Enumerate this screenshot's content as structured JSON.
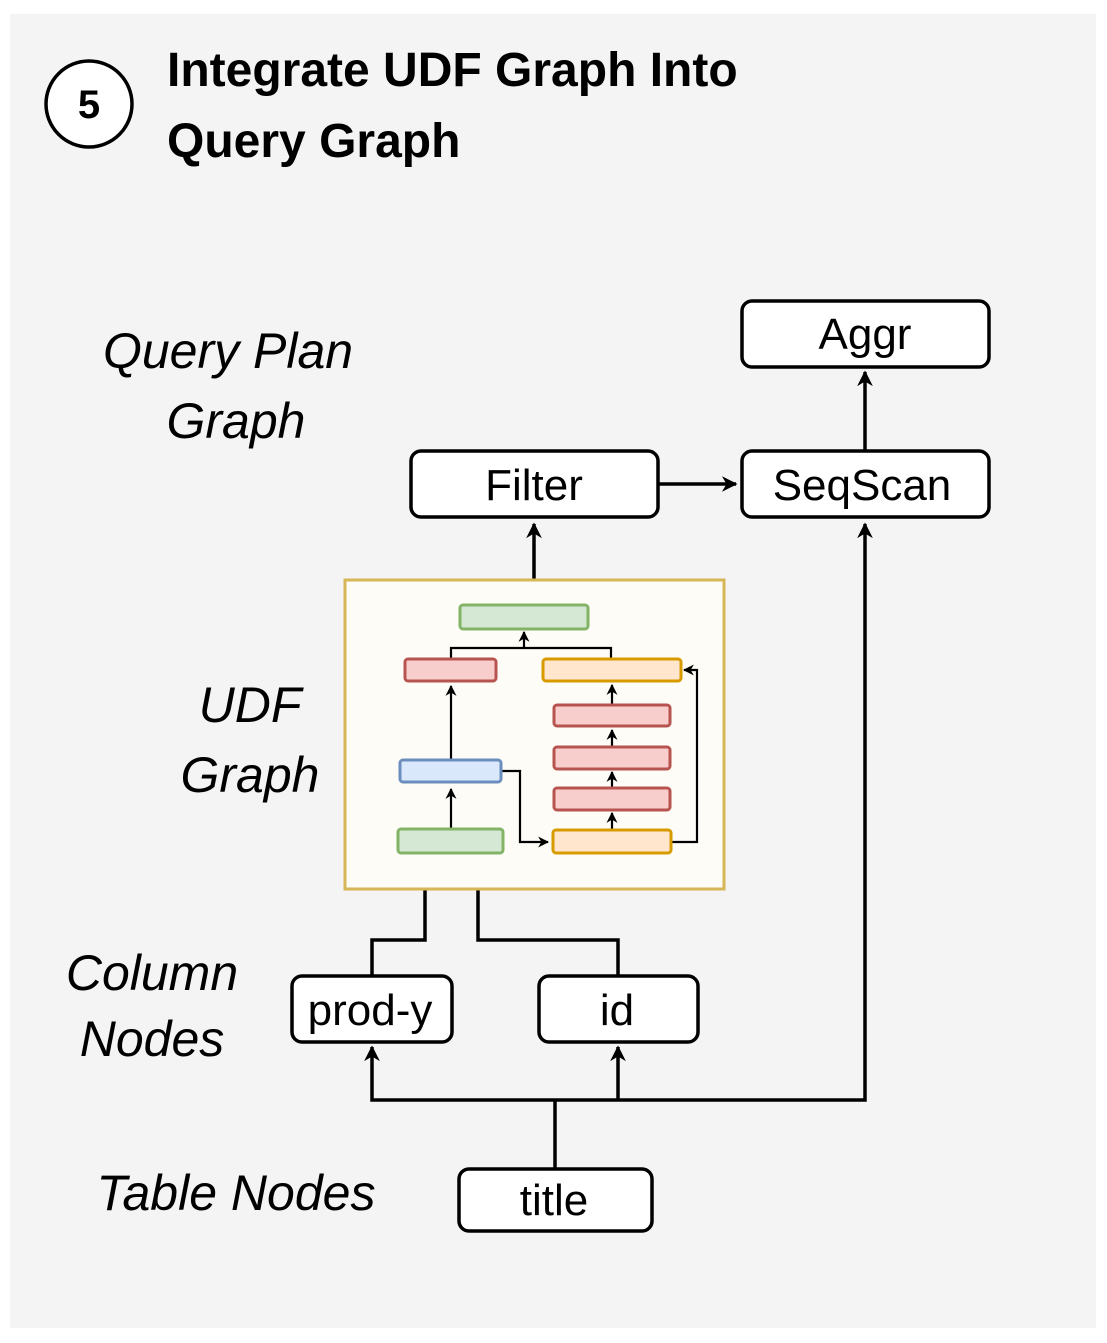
{
  "header": {
    "step_number": "5",
    "title_line1": "Integrate UDF Graph Into",
    "title_line2": "Query Graph"
  },
  "labels": {
    "query_plan_line1": "Query Plan",
    "query_plan_line2": "Graph",
    "udf_line1": "UDF",
    "udf_line2": "Graph",
    "column_line1": "Column",
    "column_line2": "Nodes",
    "table": "Table Nodes"
  },
  "nodes": {
    "aggr": "Aggr",
    "filter": "Filter",
    "seqscan": "SeqScan",
    "prod_y": "prod-y",
    "id": "id",
    "title": "title"
  },
  "colors": {
    "background": "#f4f4f4",
    "udf_border": "#d6b656",
    "udf_fill": "#fdfcf6",
    "green_fill": "#d5e8d4",
    "green_stroke": "#82b366",
    "red_fill": "#f8cecc",
    "red_stroke": "#b85450",
    "yellow_fill": "#ffe6cc",
    "yellow_stroke": "#d79b00",
    "blue_fill": "#dae8fc",
    "blue_stroke": "#6c8ebf"
  }
}
